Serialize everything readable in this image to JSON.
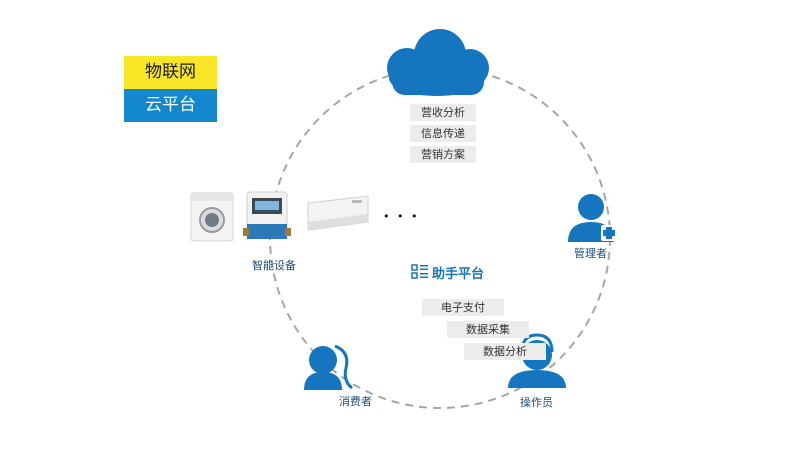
{
  "title": {
    "line1": "物联网",
    "line2": "云平台"
  },
  "cloud_tags": [
    "营收分析",
    "信息传递",
    "营销方案"
  ],
  "devices": {
    "label": "智能设备",
    "ellipsis": "• • •"
  },
  "platform": {
    "label": "助手平台",
    "tags": [
      "电子支付",
      "数据采集",
      "数据分析"
    ]
  },
  "roles": {
    "admin": "管理者",
    "operator": "操作员",
    "consumer": "消费者"
  },
  "colors": {
    "accent_blue": "#1576bf",
    "yellow": "#f9e627",
    "title_blue": "#1388cf",
    "tag_bg": "#ececec",
    "dash": "#a6a6a6"
  }
}
